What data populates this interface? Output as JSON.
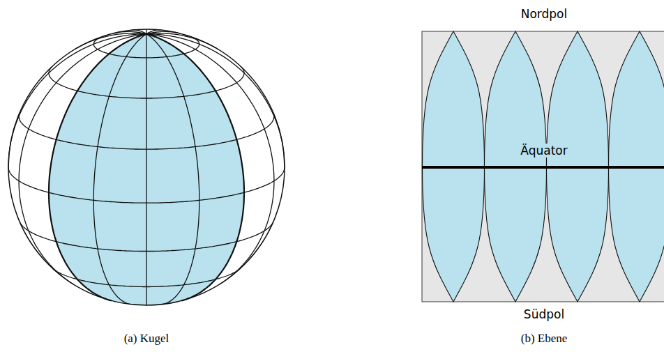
{
  "diagram": {
    "labels": [
      "Nordpol",
      "Äquator",
      "Südpol",
      "(a) Kugel",
      "(b) Ebene"
    ]
  }
}
